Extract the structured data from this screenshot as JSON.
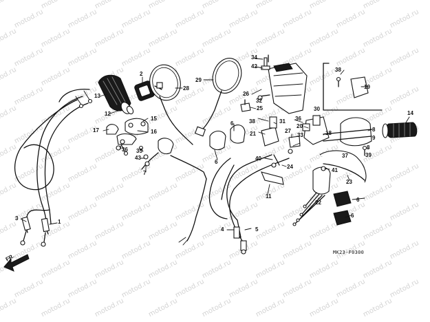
{
  "watermark": "motod.ru",
  "diagram_code": "MK23-F0300",
  "direction_label": "FR.",
  "callouts": {
    "p1": "1",
    "p2": "2",
    "p3": "3",
    "p4": "4",
    "p5": "5",
    "p6a": "6",
    "p6b": "6",
    "p6c": "6",
    "p6d": "6",
    "p7": "7",
    "p8a": "8",
    "p8b": "8",
    "p9": "9",
    "p11": "11",
    "p12": "12",
    "p13": "13",
    "p14": "14",
    "p15": "15",
    "p16": "16",
    "p17": "17",
    "p18": "18",
    "p19": "19",
    "p20": "20",
    "p21": "21",
    "p22": "22",
    "p23": "23",
    "p24": "24",
    "p25": "25",
    "p26": "26",
    "p27": "27",
    "p28": "28",
    "p29": "29",
    "p30": "30",
    "p31": "31",
    "p32": "32",
    "p33": "33",
    "p34": "34",
    "p35": "35",
    "p36a": "36",
    "p36b": "36",
    "p37": "37",
    "p38a": "38",
    "p38b": "38",
    "p39": "39",
    "p40": "40",
    "p41": "41",
    "p42": "42",
    "p43": "43"
  }
}
